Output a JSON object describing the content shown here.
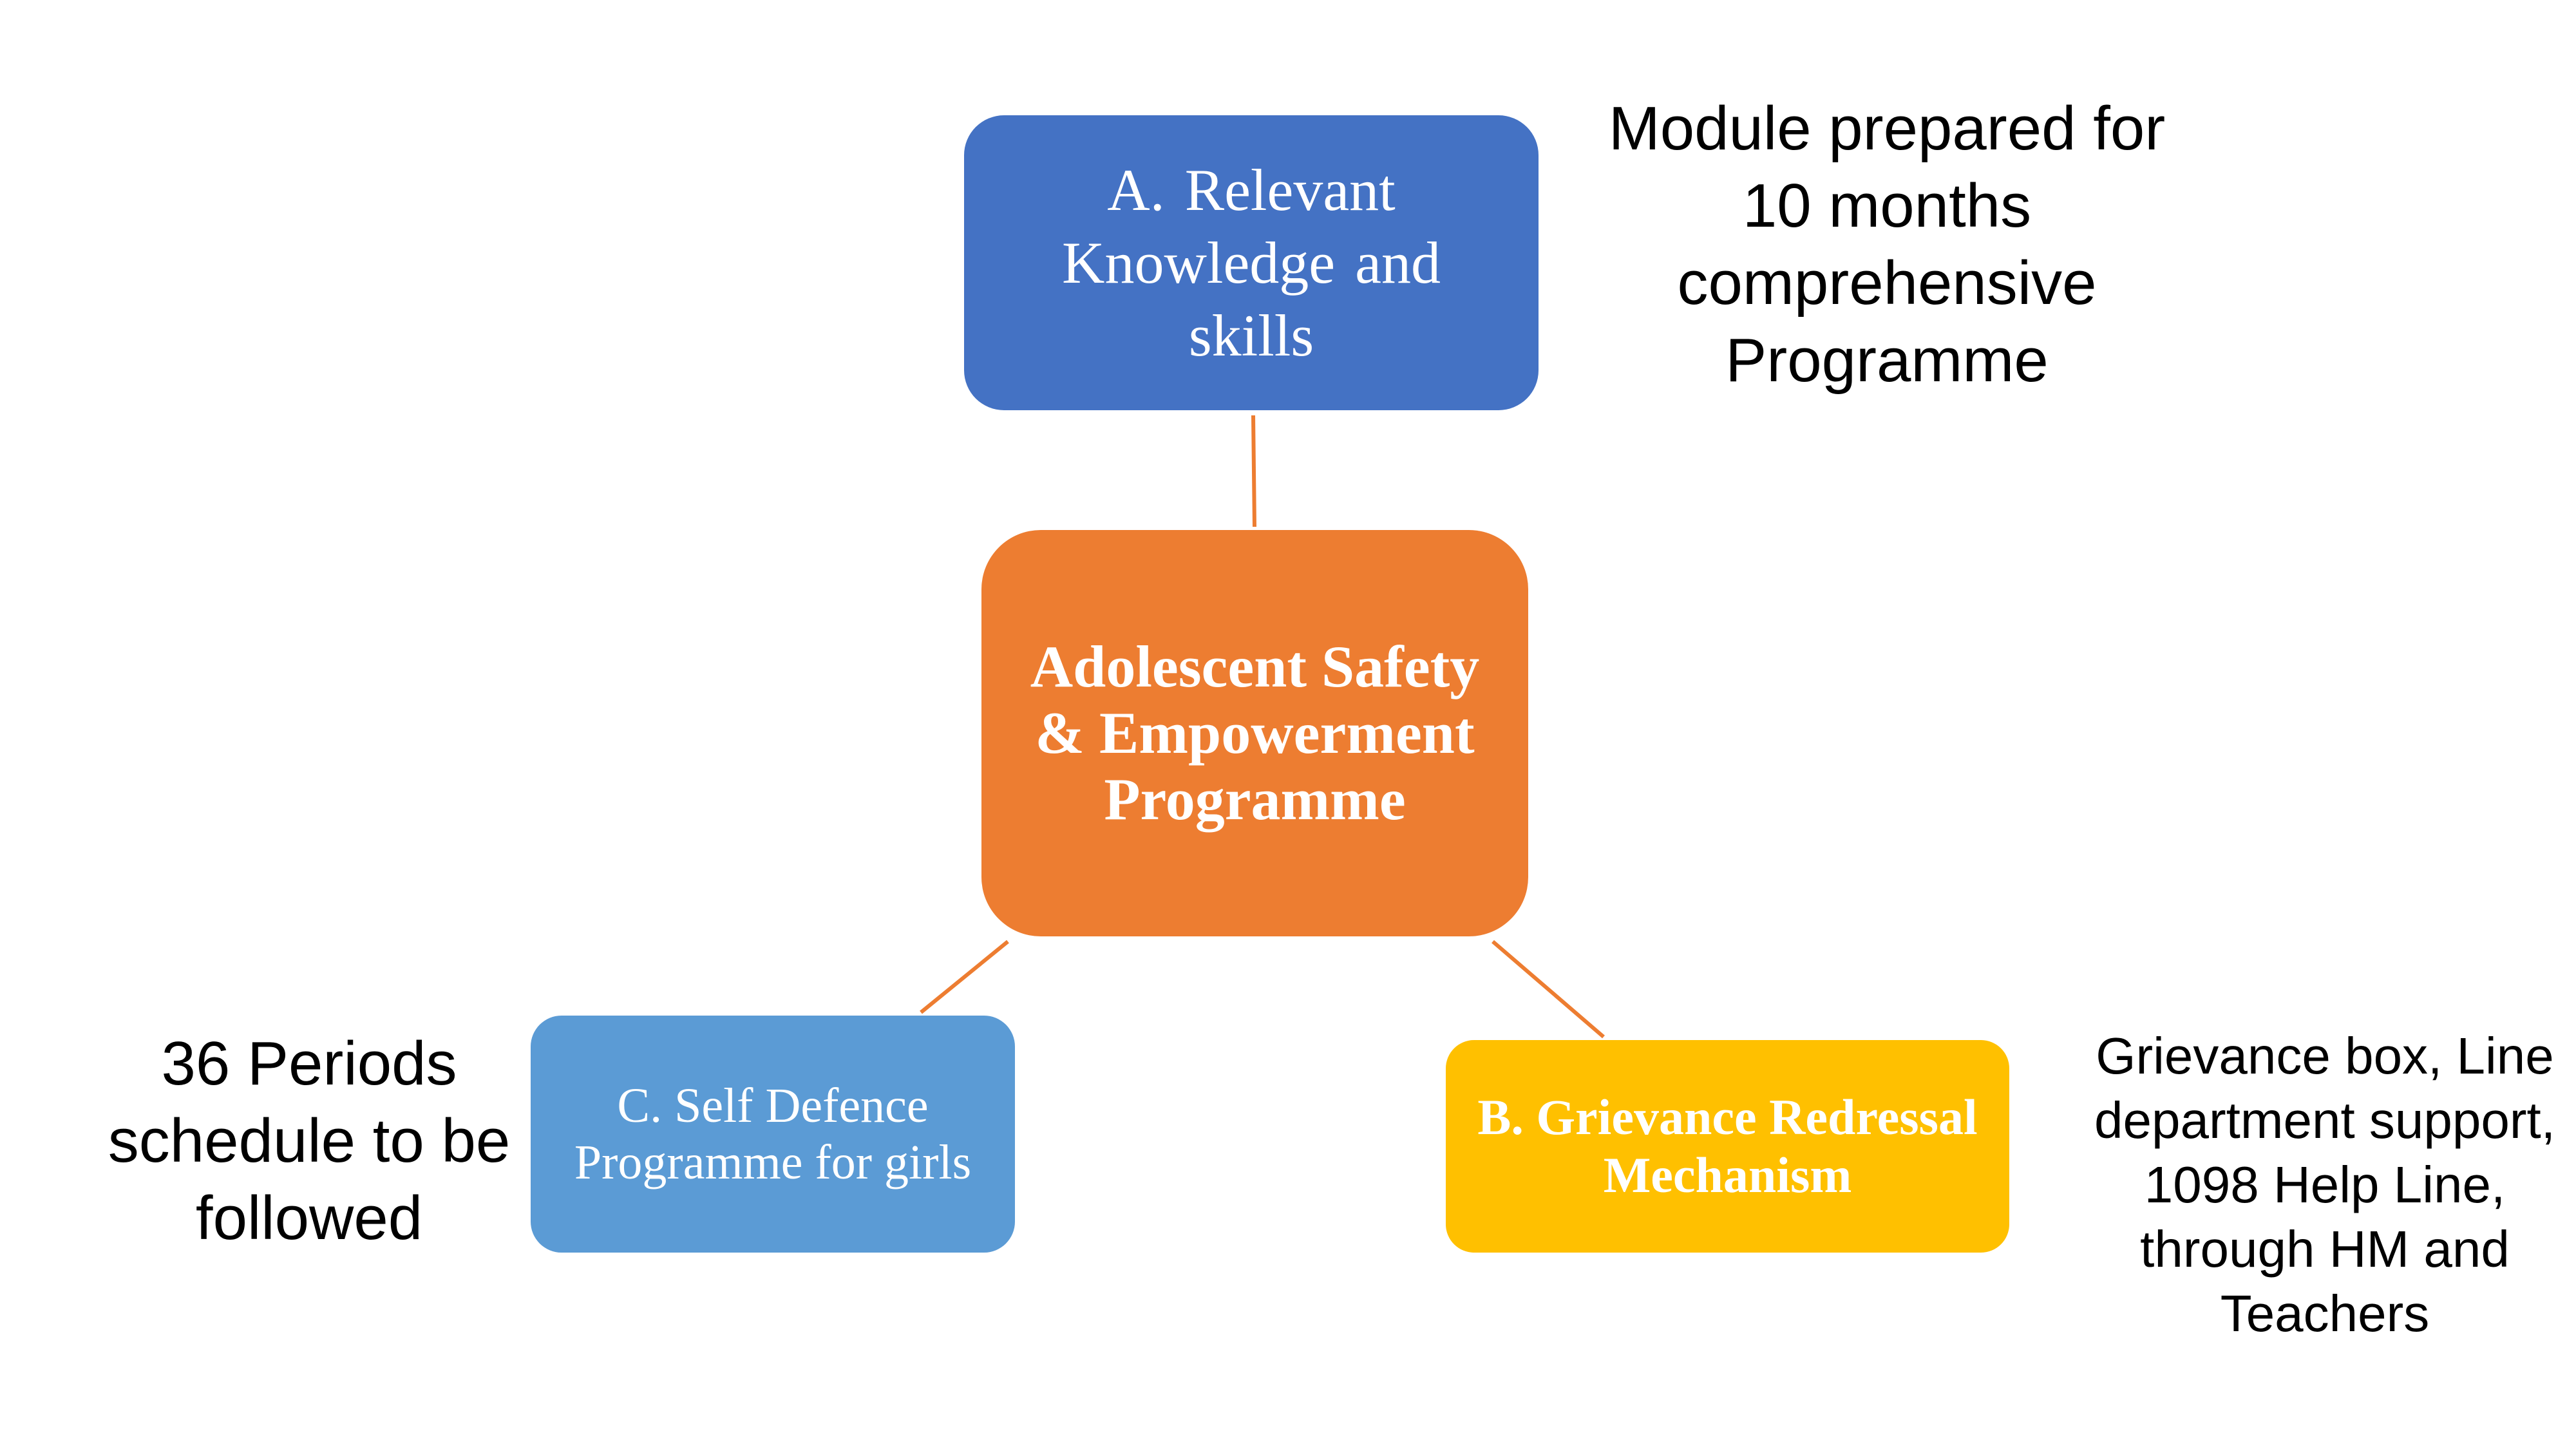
{
  "diagram": {
    "center": {
      "text": "Adolescent Safety & Empowerment Programme",
      "color": "#ed7d31"
    },
    "branches": [
      {
        "id": "a",
        "text": "A. Relevant Knowledge and skills",
        "color": "#4472c4",
        "note": "Module prepared for 10 months comprehensive Programme"
      },
      {
        "id": "b",
        "text": "B. Grievance Redressal Mechanism",
        "color": "#ffc000",
        "note": "Grievance box, Line department support, 1098 Help Line, through HM and Teachers"
      },
      {
        "id": "c",
        "text": "C. Self Defence Programme for girls",
        "color": "#5b9bd5",
        "note": "36 Periods schedule to be followed"
      }
    ],
    "connector_color": "#ed7d31"
  }
}
